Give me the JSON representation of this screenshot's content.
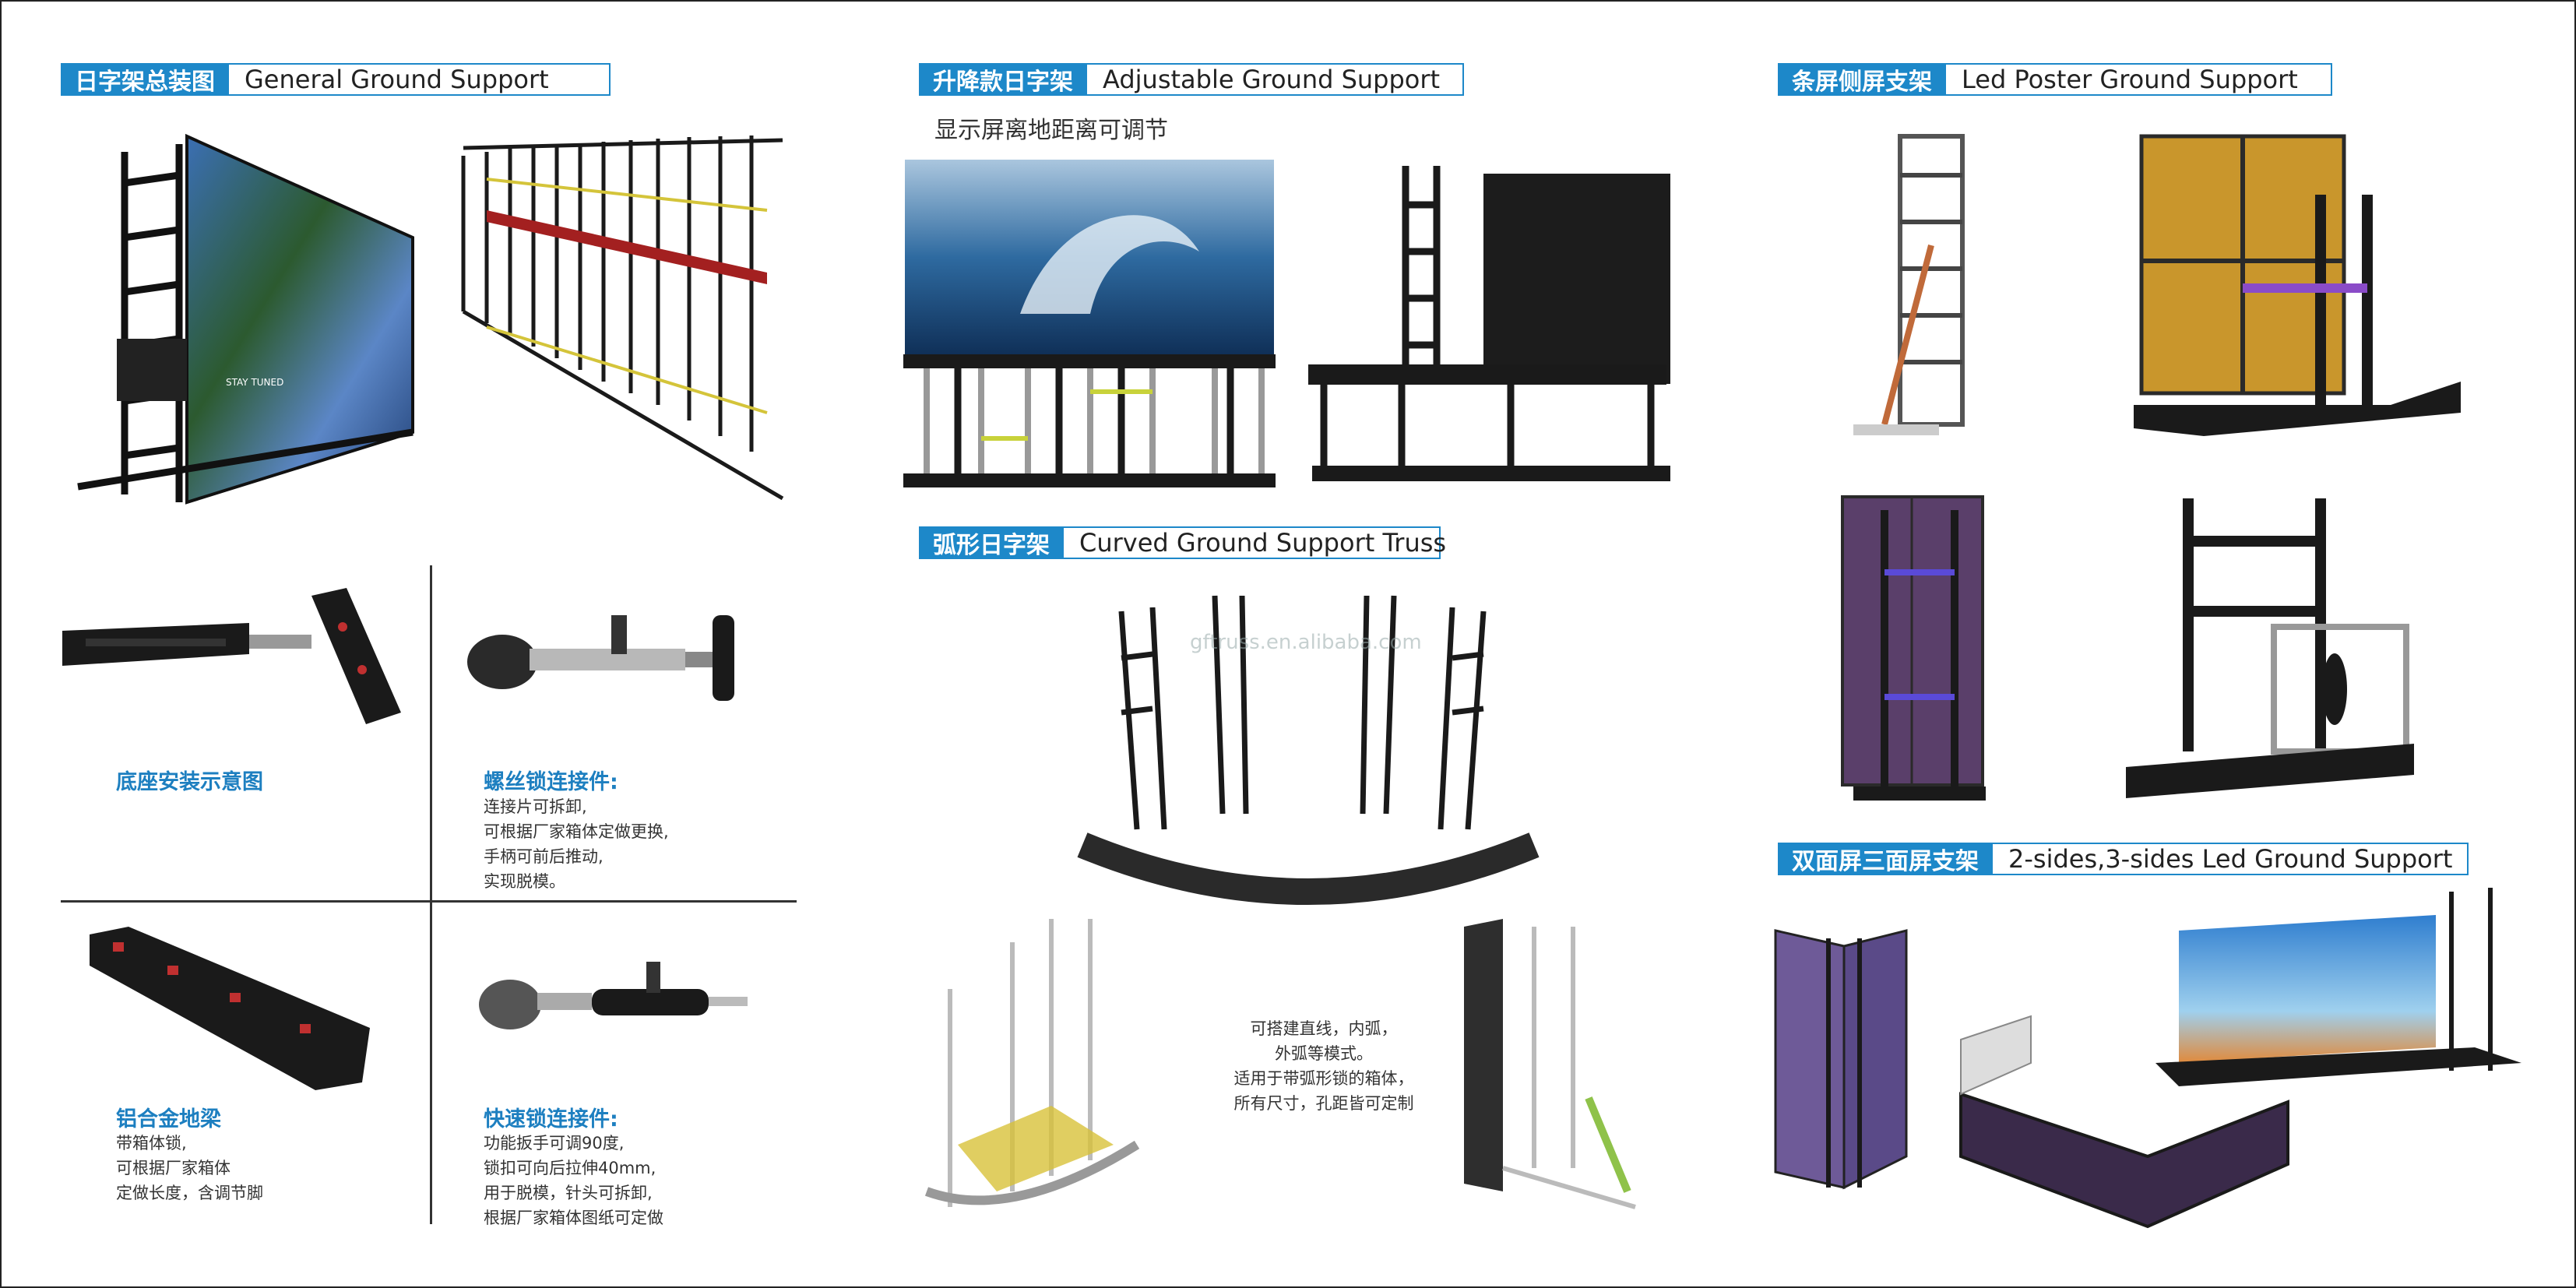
{
  "colors": {
    "accent": "#1d88c9",
    "caption": "#1d7fc0",
    "frame": "#222222"
  },
  "sections": {
    "general": {
      "cn": "日字架总装图",
      "en": "General Ground Support"
    },
    "adjustable": {
      "cn": "升降款日字架",
      "en": "Adjustable Ground Support",
      "subtitle": "显示屏离地距离可调节"
    },
    "curved": {
      "cn": "弧形日字架",
      "en": "Curved Ground Support Truss",
      "watermark": "gftruss.en.alibaba.com",
      "desc": "可搭建直线，内弧，\n外弧等模式。\n适用于带弧形锁的箱体，\n所有尺寸，孔距皆可定制"
    },
    "poster": {
      "cn": "条屏侧屏支架",
      "en": "Led Poster Ground Support"
    },
    "twosides": {
      "cn": "双面屏三面屏支架",
      "en": "2-sides,3-sides Led Ground Support"
    }
  },
  "captions": {
    "base": {
      "title": "底座安装示意图"
    },
    "screwlock": {
      "title": "螺丝锁连接件:",
      "body": "连接片可拆卸,\n可根据厂家箱体定做更换,\n手柄可前后推动,\n实现脱模。"
    },
    "beam": {
      "title": "铝合金地梁",
      "body": "带箱体锁,\n可根据厂家箱体\n定做长度，含调节脚"
    },
    "quicklock": {
      "title": "快速锁连接件:",
      "body": "功能扳手可调90度,\n锁扣可向后拉伸40mm,\n用于脱模，针头可拆卸,\n根据厂家箱体图纸可定做"
    }
  },
  "icons": [
    "ground-support-assembly-photo",
    "frame-only-photo",
    "wave-screen-photo",
    "adjustable-frame-photo",
    "curved-truss-photo",
    "base-photo",
    "clamp-photo",
    "beam-photo",
    "quick-clamp-photo",
    "poster-support-photo",
    "two-sides-photo"
  ]
}
